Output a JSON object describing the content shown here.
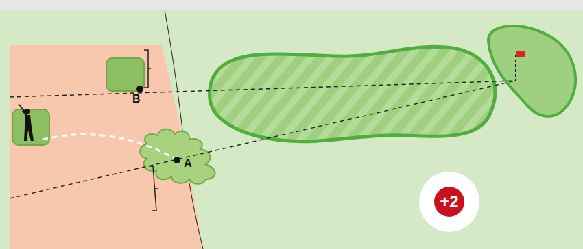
{
  "diagram": {
    "nodes": [
      {
        "text": [
          "+2"
        ]
      }
    ],
    "labels": [
      "B",
      "A"
    ]
  }
}
